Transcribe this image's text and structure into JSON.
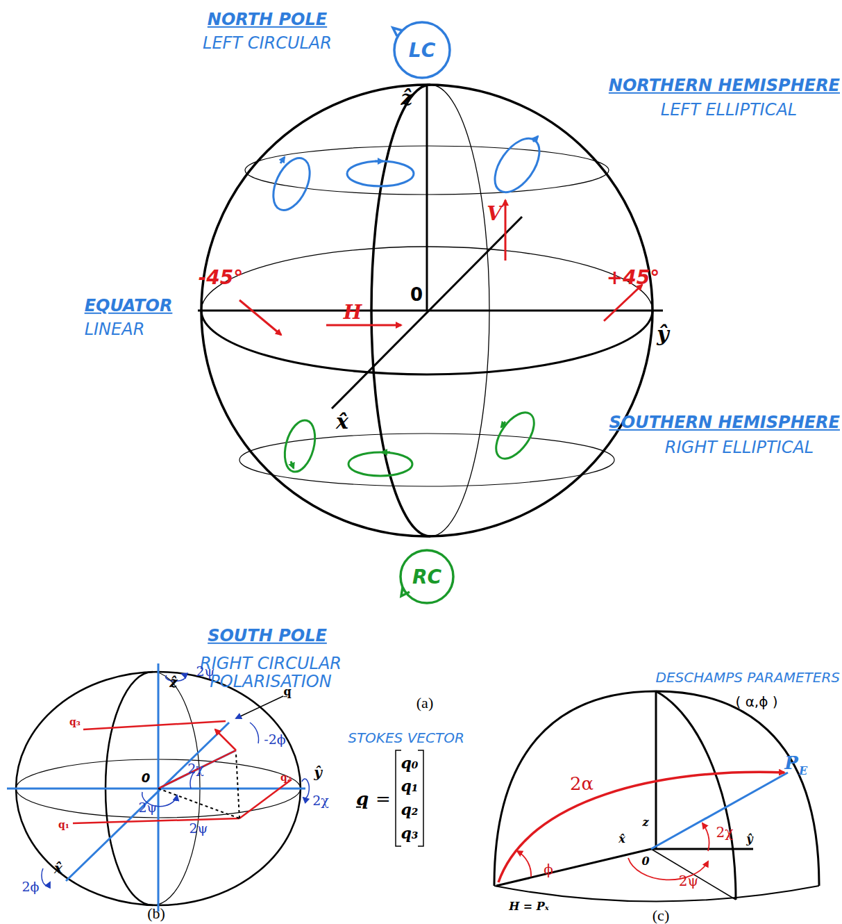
{
  "diagram": {
    "nodes": [
      {
        "text": [
          "LC"
        ]
      },
      {
        "text": [
          "RC"
        ]
      }
    ],
    "labels": [
      "NORTH POLE",
      "LEFT CIRCULAR",
      "NORTHERN HEMISPHERE",
      "LEFT ELLIPTICAL",
      "ẑ",
      "V",
      "-45°",
      "0",
      "+45°",
      "EQUATOR",
      "LINEAR",
      "H",
      "x̂",
      "ŷ",
      "SOUTHERN HEMISPHERE",
      "RIGHT ELLIPTICAL",
      "SOUTH POLE",
      "RIGHT CIRCULAR POLARISATION",
      "(a)",
      "ẑ",
      "2ψ",
      "q",
      "q₃",
      "-2ϕ",
      "2χ",
      "0",
      "ŷ",
      "2χ",
      "q₂",
      "q₁",
      "2ψ",
      "2ψ",
      "2ϕ",
      "x̂",
      "STOKES VECTOR",
      "q",
      "=",
      "q₀",
      "q₁",
      "q₂",
      "q₃",
      "(b)",
      "DESCHAMPS PARAMETERS",
      "( α,ϕ )",
      "P",
      "E",
      "2α",
      "z",
      "x̂",
      "ŷ",
      "0",
      "2χ",
      "2ψ",
      "ϕ",
      "H = Pₓ",
      "(c)"
    ]
  }
}
